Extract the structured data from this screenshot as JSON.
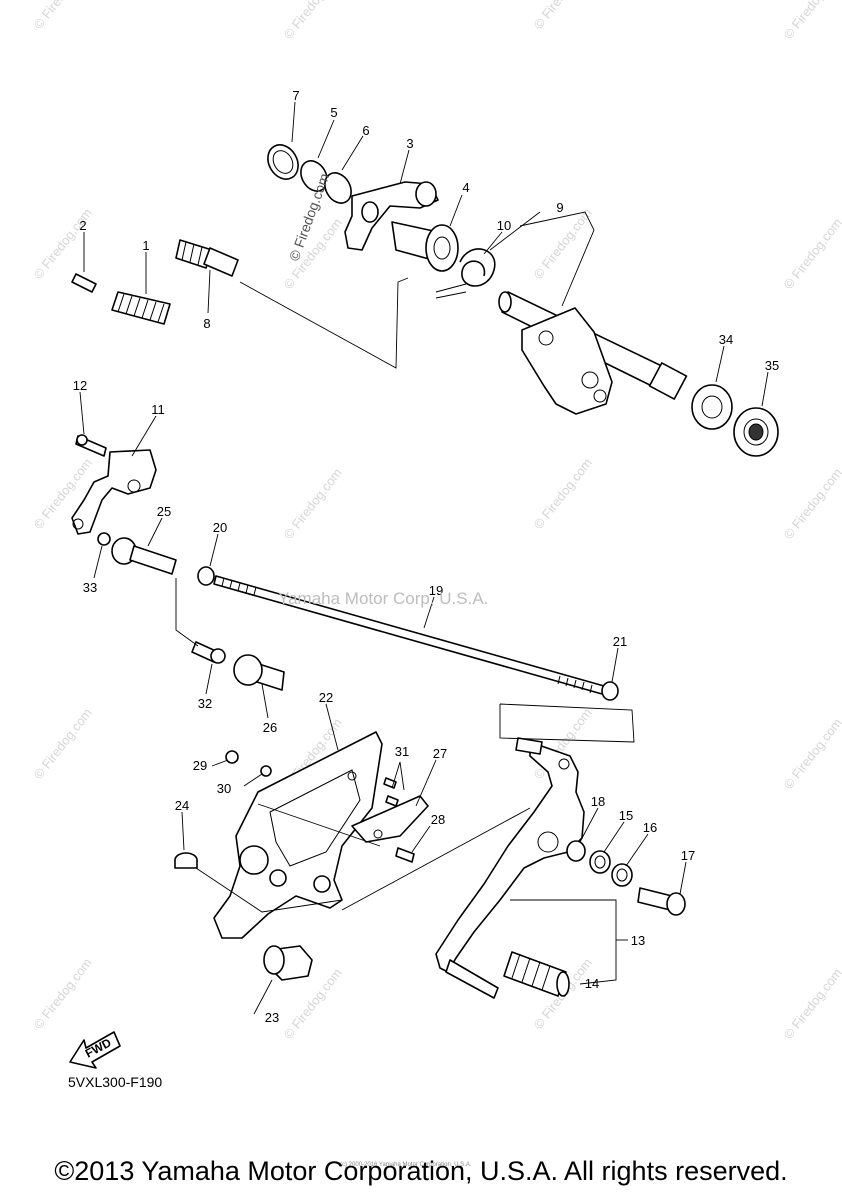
{
  "diagram": {
    "drawing_code": "5VXL300-F190",
    "center_watermark": "Yamaha Motor Corp, U.S.A.",
    "vertical_watermark": "© Firedog.com",
    "tile_watermark": "© Firedog.com",
    "fwd_label": "FWD",
    "tiny_print": "(c) 2000-2016 Yamaha Motor Corporation, U.S.A.",
    "copyright": "©2013 Yamaha Motor Corporation, U.S.A. All rights reserved.",
    "callouts": [
      "1",
      "2",
      "3",
      "4",
      "5",
      "6",
      "7",
      "8",
      "9",
      "10",
      "11",
      "12",
      "13",
      "14",
      "15",
      "16",
      "17",
      "18",
      "19",
      "20",
      "21",
      "22",
      "23",
      "24",
      "25",
      "26",
      "27",
      "28",
      "29",
      "30",
      "31",
      "32",
      "33",
      "34",
      "35"
    ]
  }
}
